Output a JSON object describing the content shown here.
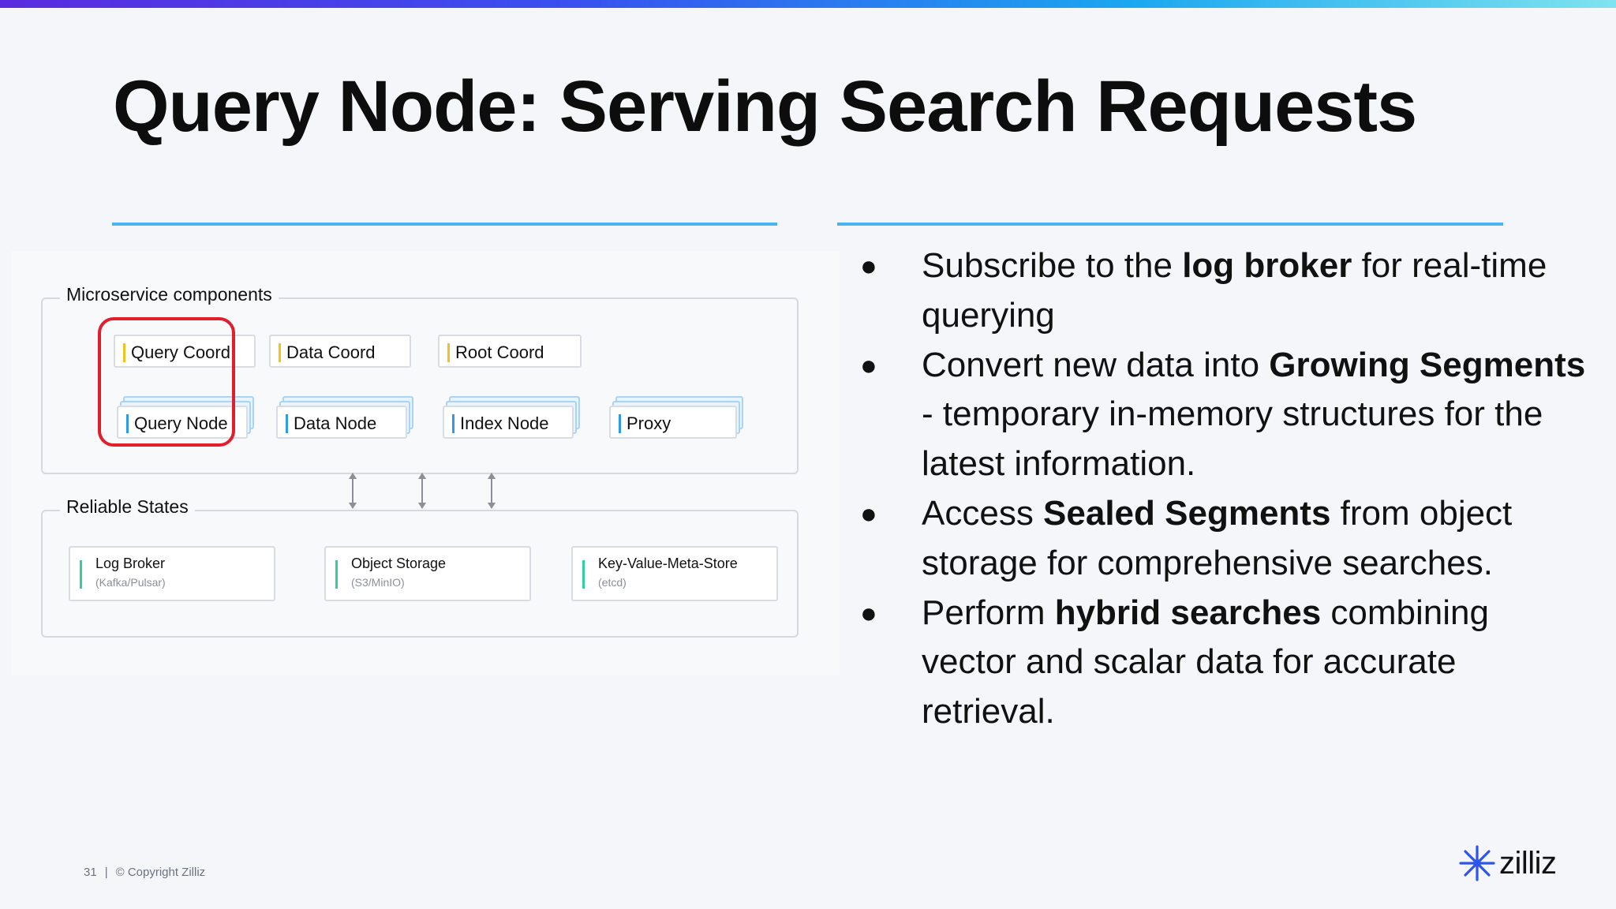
{
  "slide": {
    "title": "Query Node: Serving Search Requests",
    "page_number": "31",
    "copyright": "© Copyright Zilliz",
    "logo_text": "zilliz",
    "colors": {
      "accent_rule": "#4bb3ee",
      "highlight": "#e11e2b",
      "coord_marker": "#f2c21b",
      "node_marker": "#2e9be6",
      "state_marker": "#2fcf9e"
    }
  },
  "diagram": {
    "microservice_label": "Microservice components",
    "coords": [
      "Query Coord",
      "Data Coord",
      "Root Coord"
    ],
    "nodes": [
      "Query Node",
      "Data Node",
      "Index Node",
      "Proxy"
    ],
    "reliable_label": "Reliable States",
    "states": [
      {
        "name": "Log Broker",
        "sub": "(Kafka/Pulsar)"
      },
      {
        "name": "Object Storage",
        "sub": "(S3/MinIO)"
      },
      {
        "name": "Key-Value-Meta-Store",
        "sub": "(etcd)"
      }
    ]
  },
  "bullets": [
    {
      "pre": "Subscribe to the ",
      "bold": "log broker",
      "post": " for real-time querying"
    },
    {
      "pre": "Convert new data into ",
      "bold": "Growing Segments",
      "post": " - temporary in-memory structures for the latest information."
    },
    {
      "pre": "Access ",
      "bold": "Sealed Segments",
      "post": " from object storage for comprehensive searches."
    },
    {
      "pre": "Perform ",
      "bold": "hybrid searches",
      "post": " combining vector and scalar data for accurate retrieval."
    }
  ]
}
